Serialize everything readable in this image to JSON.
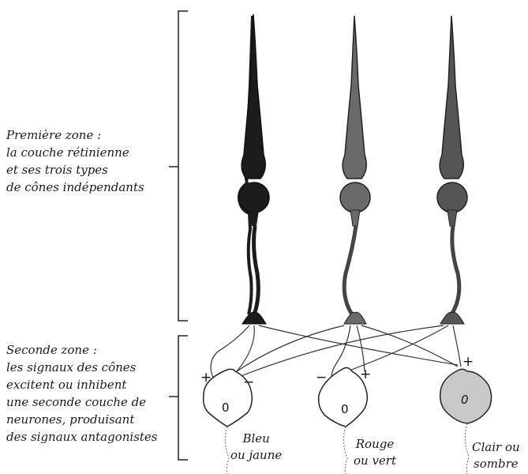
{
  "zone1": {
    "lines": [
      "Première zone :",
      "la couche rétinienne",
      "et ses trois types",
      "de cônes indépendants"
    ]
  },
  "zone2": {
    "lines": [
      "Seconde zone :",
      "les signaux des cônes",
      "excitent ou inhibent",
      "une seconde couche de",
      "neurones, produisant",
      "des signaux antagonistes"
    ]
  },
  "cones": [
    {
      "shade": "dark",
      "color": "#1c1c1c"
    },
    {
      "shade": "medium",
      "color": "#6a6a6a"
    },
    {
      "shade": "medium-dark",
      "color": "#555555"
    }
  ],
  "neurons": [
    {
      "label": "0",
      "fill": "#ffffff",
      "output": [
        "Bleu",
        "ou jaune"
      ],
      "signs": [
        "+",
        "−"
      ]
    },
    {
      "label": "0",
      "fill": "#ffffff",
      "output": [
        "Rouge",
        "ou vert"
      ],
      "signs": [
        "−",
        "+"
      ]
    },
    {
      "label": "0",
      "fill": "#c9c9c9",
      "output": [
        "Clair ou",
        "sombre"
      ],
      "signs": [
        "+"
      ]
    }
  ]
}
